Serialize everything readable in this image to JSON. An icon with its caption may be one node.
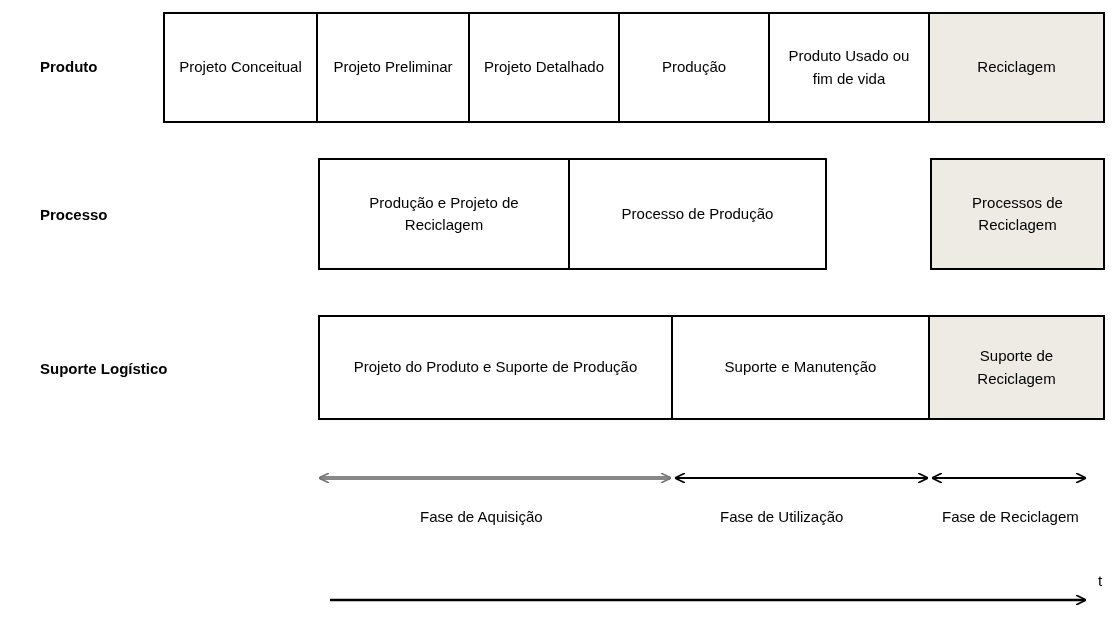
{
  "diagram": {
    "nodes": [
      {
        "text": [
          "Projeto Conceitual"
        ]
      },
      {
        "text": [
          "Projeto Preliminar"
        ]
      },
      {
        "text": [
          "Projeto Detalhado"
        ]
      },
      {
        "text": [
          "Produção"
        ]
      },
      {
        "text": [
          "Produto Usado ou fim de vida"
        ]
      },
      {
        "text": [
          "Reciclagem"
        ]
      },
      {
        "text": [
          "Produção e Projeto de Reciclagem"
        ]
      },
      {
        "text": [
          "Processo de Produção"
        ]
      },
      {
        "text": [
          "Processos de Reciclagem"
        ]
      },
      {
        "text": [
          "Projeto do Produto e Suporte de Produção"
        ]
      },
      {
        "text": [
          "Suporte e Manutenção"
        ]
      },
      {
        "text": [
          "Suporte de Reciclagem"
        ]
      }
    ],
    "labels": [
      "Produto",
      "Processo",
      "Suporte Logístico",
      "Fase de Aquisição",
      "Fase de Utilização",
      "Fase de Reciclagem",
      "t"
    ]
  }
}
